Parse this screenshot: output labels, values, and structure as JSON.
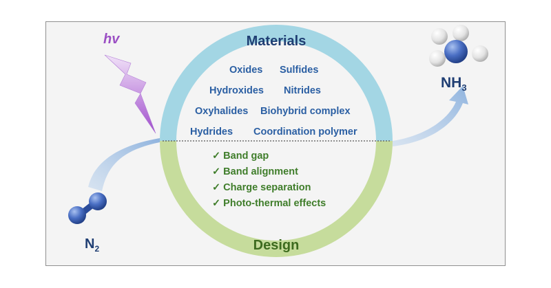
{
  "materials": {
    "title": "Materials",
    "items": [
      "Oxides",
      "Sulfides",
      "Hydroxides",
      "Nitrides",
      "Oxyhalides",
      "Biohybrid complex",
      "Hydrides",
      "Coordination polymer"
    ]
  },
  "design": {
    "title": "Design",
    "items": [
      "✓ Band gap",
      "✓ Band alignment",
      "✓ Charge separation",
      "✓ Photo-thermal effects"
    ]
  },
  "light": {
    "label": "hv"
  },
  "reactant": {
    "formula": "N",
    "subscript": "2"
  },
  "product": {
    "formula": "NH",
    "subscript": "3"
  },
  "colors": {
    "materials_ring": "#a3d6e4",
    "design_ring": "#c6dc9c",
    "materials_text": "#2b5fa3",
    "design_text": "#3f7d2a",
    "light": "#9b4fc4",
    "nitrogen_atom": "#3b5fb8",
    "hydrogen_atom": "#e6e6e6",
    "arrow": "#9fbde0"
  }
}
